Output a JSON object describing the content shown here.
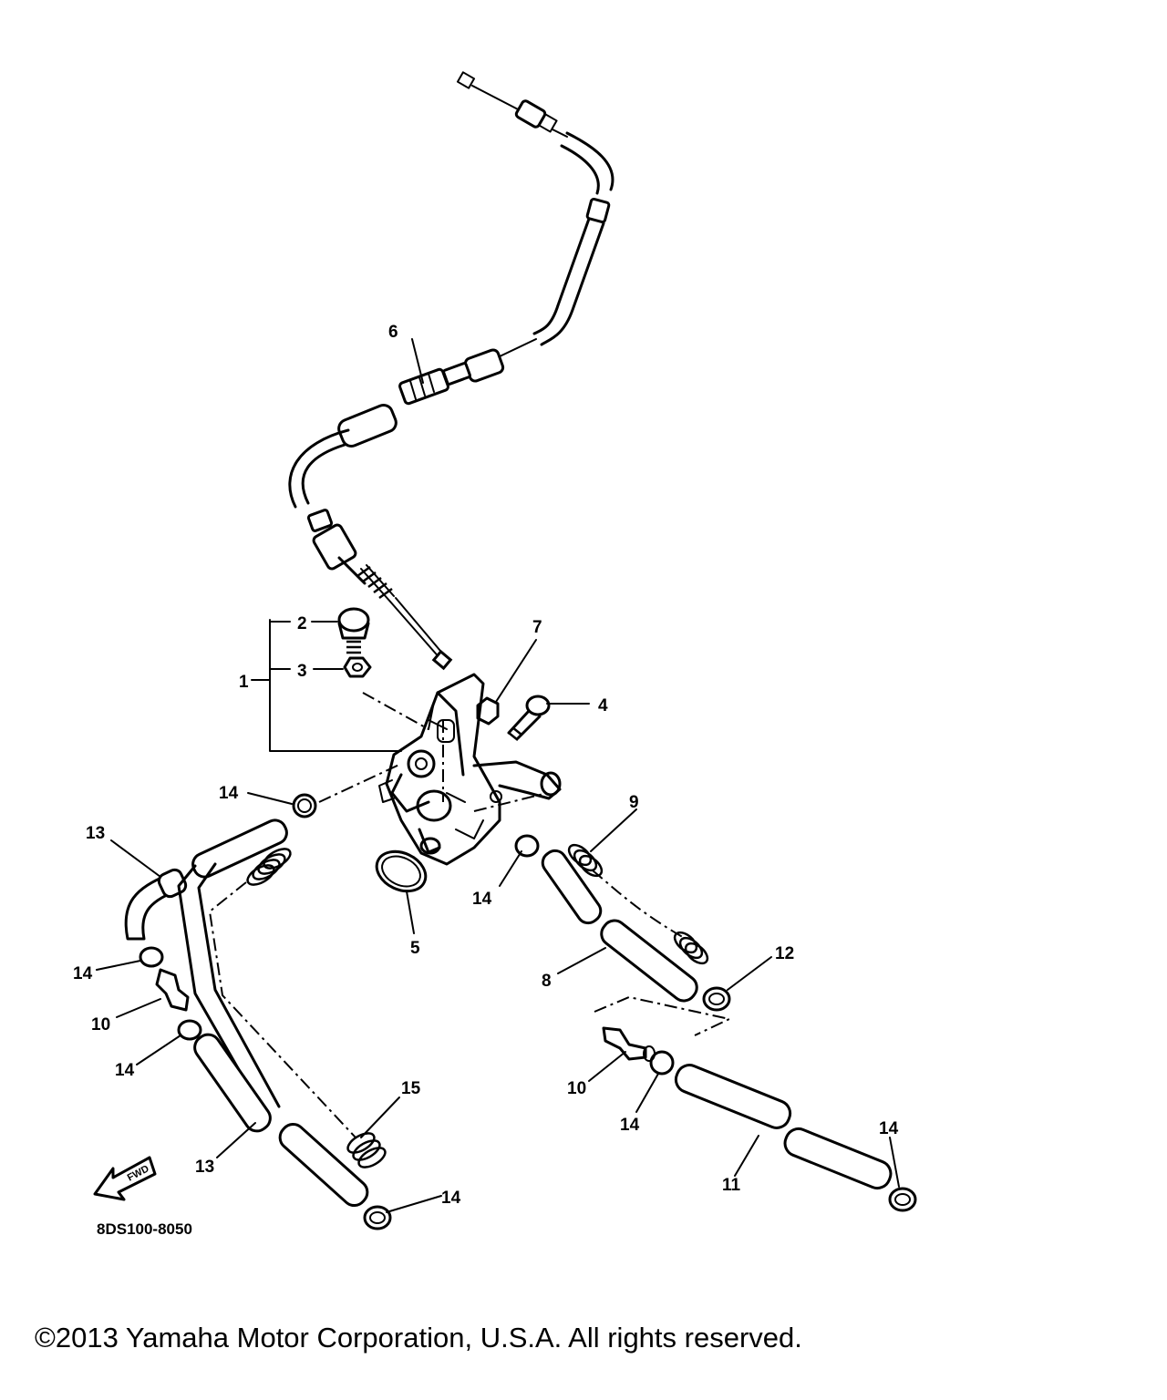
{
  "diagram": {
    "callouts": [
      "1",
      "2",
      "3",
      "4",
      "5",
      "6",
      "7",
      "8",
      "9",
      "10",
      "10",
      "11",
      "12",
      "13",
      "13",
      "14",
      "14",
      "14",
      "14",
      "14",
      "14",
      "14",
      "15"
    ],
    "fwd_label": "FWD",
    "part_code": "8DS100-8050"
  },
  "footer": {
    "copyright": "©2013 Yamaha Motor Corporation, U.S.A. All rights reserved."
  }
}
